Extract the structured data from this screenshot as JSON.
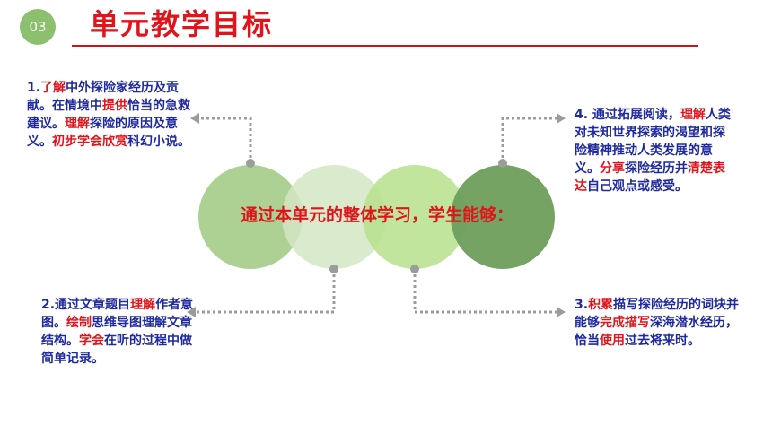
{
  "header": {
    "badge": "03",
    "title": "单元教学目标"
  },
  "center": {
    "text": "通过本单元的整体学习，学生能够："
  },
  "goals": [
    {
      "id": "goal-1",
      "segments": [
        {
          "t": "1.",
          "hl": false
        },
        {
          "t": "了解",
          "hl": true
        },
        {
          "t": "中外探险家经历及贡献。在情境中",
          "hl": false
        },
        {
          "t": "提供",
          "hl": true
        },
        {
          "t": "恰当的急救建议。",
          "hl": false
        },
        {
          "t": "理解",
          "hl": true
        },
        {
          "t": "探险的原因及意义。",
          "hl": false
        },
        {
          "t": "初步学会欣赏",
          "hl": true
        },
        {
          "t": "科幻小说。",
          "hl": false
        }
      ]
    },
    {
      "id": "goal-2",
      "segments": [
        {
          "t": "2.通过文章题目",
          "hl": false
        },
        {
          "t": "理解",
          "hl": true
        },
        {
          "t": "作者意图。",
          "hl": false
        },
        {
          "t": "绘制",
          "hl": true
        },
        {
          "t": "思维导图理解文章结构。",
          "hl": false
        },
        {
          "t": "学会",
          "hl": true
        },
        {
          "t": "在听的过程中做简单记录。",
          "hl": false
        }
      ]
    },
    {
      "id": "goal-3",
      "segments": [
        {
          "t": "3.",
          "hl": false
        },
        {
          "t": "积累",
          "hl": true
        },
        {
          "t": "描写探险经历的词块并能够",
          "hl": false
        },
        {
          "t": "完成描写",
          "hl": true
        },
        {
          "t": "深海潜水经历，恰当",
          "hl": false
        },
        {
          "t": "使用",
          "hl": true
        },
        {
          "t": "过去将来时。",
          "hl": false
        }
      ]
    },
    {
      "id": "goal-4",
      "segments": [
        {
          "t": "4. 通过拓展阅读，",
          "hl": false
        },
        {
          "t": "理解",
          "hl": true
        },
        {
          "t": "人类对未知世界探索的渴望和探险精神推动人类发展的意义。",
          "hl": false
        },
        {
          "t": "分享",
          "hl": true
        },
        {
          "t": "探险经历并",
          "hl": false
        },
        {
          "t": "清楚表达",
          "hl": true
        },
        {
          "t": "自己观点或感受。",
          "hl": false
        }
      ]
    }
  ],
  "colors": {
    "accent_red": "#e0141a",
    "text_blue": "#1f2aa0",
    "circle_1": "#a9cf8d",
    "circle_2": "#d4e6c4",
    "circle_3": "#b6e08c",
    "circle_4": "#6e9e5c",
    "connector": "#9c9c9c"
  }
}
